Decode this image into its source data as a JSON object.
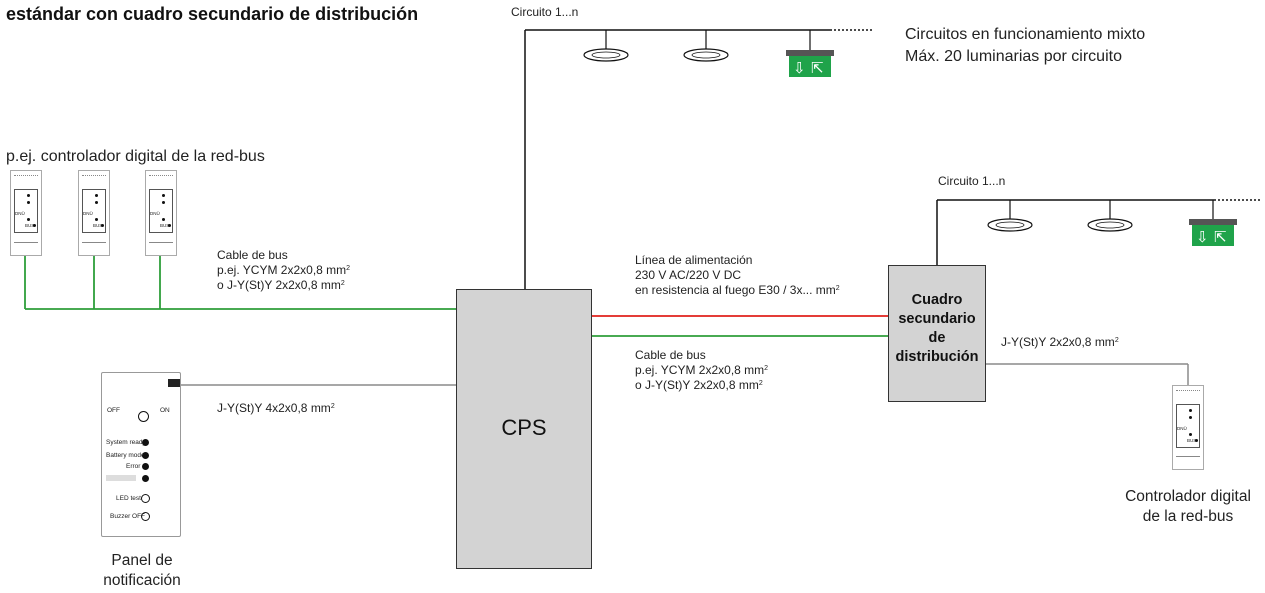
{
  "title": "estándar con cuadro secundario de distribución",
  "circuit_top_label": "Circuito 1...n",
  "circuits_info": {
    "line1": "Circuitos en funcionamiento mixto",
    "line2": "Máx. 20 luminarias por circuito"
  },
  "controllers_label": "p.ej. controlador digital de la red-bus",
  "bus_cable_left": {
    "line1": "Cable de bus",
    "line2_pre": "p.ej. YCYM 2x2x0,8 mm",
    "line3_pre": "o J-Y(St)Y 2x2x0,8 mm",
    "sup": "2"
  },
  "power_line": {
    "line1": "Línea de alimentación",
    "line2": "230 V AC/220 V DC",
    "line3_pre": "en resistencia al fuego E30 / 3x... mm",
    "sup": "2"
  },
  "bus_cable_right": {
    "line1": "Cable de bus",
    "line2_pre": "p.ej. YCYM 2x2x0,8 mm",
    "line3_pre": "o J-Y(St)Y 2x2x0,8 mm",
    "sup": "2"
  },
  "panel_cable": {
    "pre": "J-Y(St)Y 4x2x0,8 mm",
    "sup": "2"
  },
  "sub_cable": {
    "pre": "J-Y(St)Y 2x2x0,8 mm",
    "sup": "2"
  },
  "cps_label": "CPS",
  "sub_distribution": {
    "line1": "Cuadro",
    "line2": "secundario",
    "line3": "de",
    "line4": "distribución"
  },
  "circuit_sub_label": "Circuito 1...n",
  "panel": {
    "off": "OFF",
    "on": "ON",
    "system_ready": "System ready",
    "battery_mode": "Battery mode",
    "error": "Error",
    "led_test": "LED test",
    "buzzer_off": "Buzzer OFF",
    "caption_line1": "Panel de",
    "caption_line2": "notificación"
  },
  "controller_right_caption": {
    "line1": "Controlador digital",
    "line2": "de la red-bus"
  },
  "controller_device": {
    "label_a": "DNÜ",
    "label_b": "BUS"
  },
  "colors": {
    "bus_green": "#2e9e3a",
    "power_red": "#e0201b",
    "wire_gray": "#8a8a8a",
    "box_gray": "#d3d3d3",
    "exit_green": "#1fa34a"
  }
}
